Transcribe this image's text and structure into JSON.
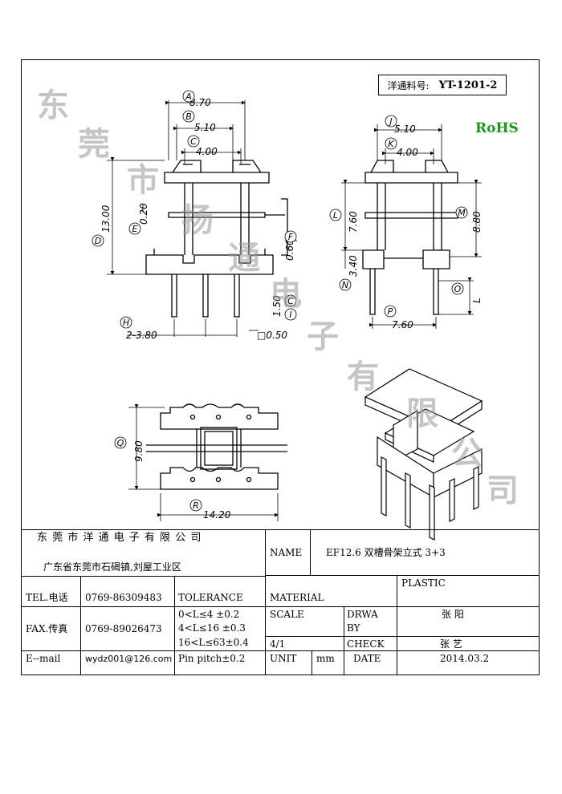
{
  "part_box": {
    "label": "洋通料号:",
    "part_number": "YT-1201-2"
  },
  "rohs": "RoHS",
  "watermark": [
    "东",
    "莞",
    "市",
    "扬",
    "通",
    "电",
    "子",
    "有",
    "限",
    "公",
    "司"
  ],
  "dims": {
    "A_val": "8.70",
    "B_val": "5.10",
    "C_val": "4.00",
    "D_val": "13.00",
    "E_val": "0.20",
    "F_val": "0.60",
    "H_val": "2-3.80",
    "G_val": "1.50",
    "I_val": "□0.50",
    "J_val": "5.10",
    "K_val": "4.00",
    "L_val": "7.60",
    "M_val": "8.80",
    "N_val": "3.40",
    "O_val": "L",
    "P_val": "7.60",
    "Q_val": "9.80",
    "R_val": "14.20"
  },
  "circles": {
    "A": "A",
    "B": "B",
    "C": "C",
    "D": "D",
    "E": "E",
    "F": "F",
    "G": "C",
    "H": "H",
    "I": "I",
    "J": "J",
    "K": "K",
    "L": "L",
    "M": "M",
    "N": "N",
    "O": "O",
    "P": "P",
    "Q": "Q",
    "R": "R"
  },
  "title_block": {
    "company": "东 莞 市 洋 通 电 子 有 限 公 司",
    "address": "广东省东莞市石碣镇,刘屋工业区",
    "name_label": "NAME",
    "name_value": "EF12.6 双槽骨架立式 3+3",
    "tel_label": "TEL.电话",
    "tel_value": "0769-86309483",
    "fax_label": "FAX.传真",
    "fax_value": "0769-89026473",
    "email_label": "E--mail",
    "email_value": "wydz001@126.com",
    "tolerance_label": "TOLERANCE",
    "tol_1": "0<L≤4   ±0.2",
    "tol_2": "4<L≤16  ±0.3",
    "tol_3": "16<L≤63±0.4",
    "tol_4": "Pin pitch±0.2",
    "material_label": "MATERIAL",
    "material_value": "PLASTIC",
    "scale_label": "SCALE",
    "scale_value": "4/1",
    "drawn_label_1": "DRWA",
    "drawn_label_2": "BY",
    "drawn_value": "张 阳",
    "check_label": "CHECK",
    "check_value": "张 艺",
    "unit_label": "UNIT",
    "unit_value": "mm",
    "date_label": "DATE",
    "date_value": "2014.03.2"
  }
}
